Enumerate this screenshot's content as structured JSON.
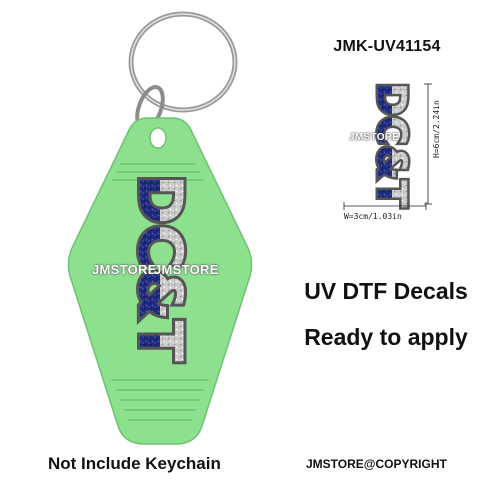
{
  "product": {
    "sku": "JMK-UV41154",
    "headline_1": "UV DTF Decals",
    "headline_2": "Ready to apply",
    "note": "Not Include Keychain",
    "copyright": "JMSTORE@COPYRIGHT",
    "watermark": "JMSTORE",
    "design_text": "DC&T",
    "dimension_width": "W=3cm/1.03in",
    "dimension_height": "H=6cm/2.24in"
  },
  "colors": {
    "keychain_green": "#8ce08e",
    "navy_glitter": "#1f2a7a",
    "silver_glitter": "#c9c9c9",
    "ring_silver": "#9a9a9a"
  },
  "icons": [
    "key-ring-icon",
    "keychain-tag-icon",
    "decal-artwork-icon"
  ]
}
